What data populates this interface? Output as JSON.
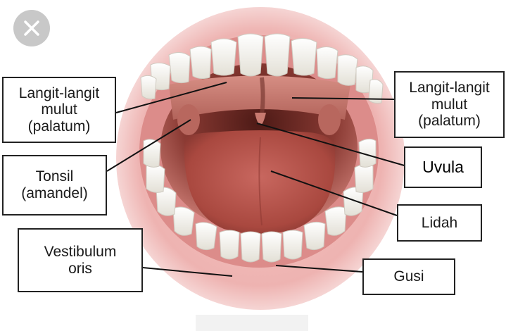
{
  "viewer": {
    "close_icon": "close-icon"
  },
  "diagram": {
    "subject": "open-mouth-anatomy",
    "labels": {
      "palatum_left": "Langit-langit\nmulut\n(palatum)",
      "palatum_right": "Langit-langit\nmulut\n(palatum)",
      "tonsil": "Tonsil\n(amandel)",
      "vestibulum": "Vestibulum\noris",
      "uvula": "Uvula",
      "lidah": "Lidah",
      "gusi": "Gusi"
    },
    "colors": {
      "lip": "#e7a4a4",
      "gum": "#d97f7f",
      "tongue": "#b9564f",
      "throat": "#6f2b26",
      "tooth": "#f6f4ee",
      "leader_line": "#111111"
    }
  }
}
